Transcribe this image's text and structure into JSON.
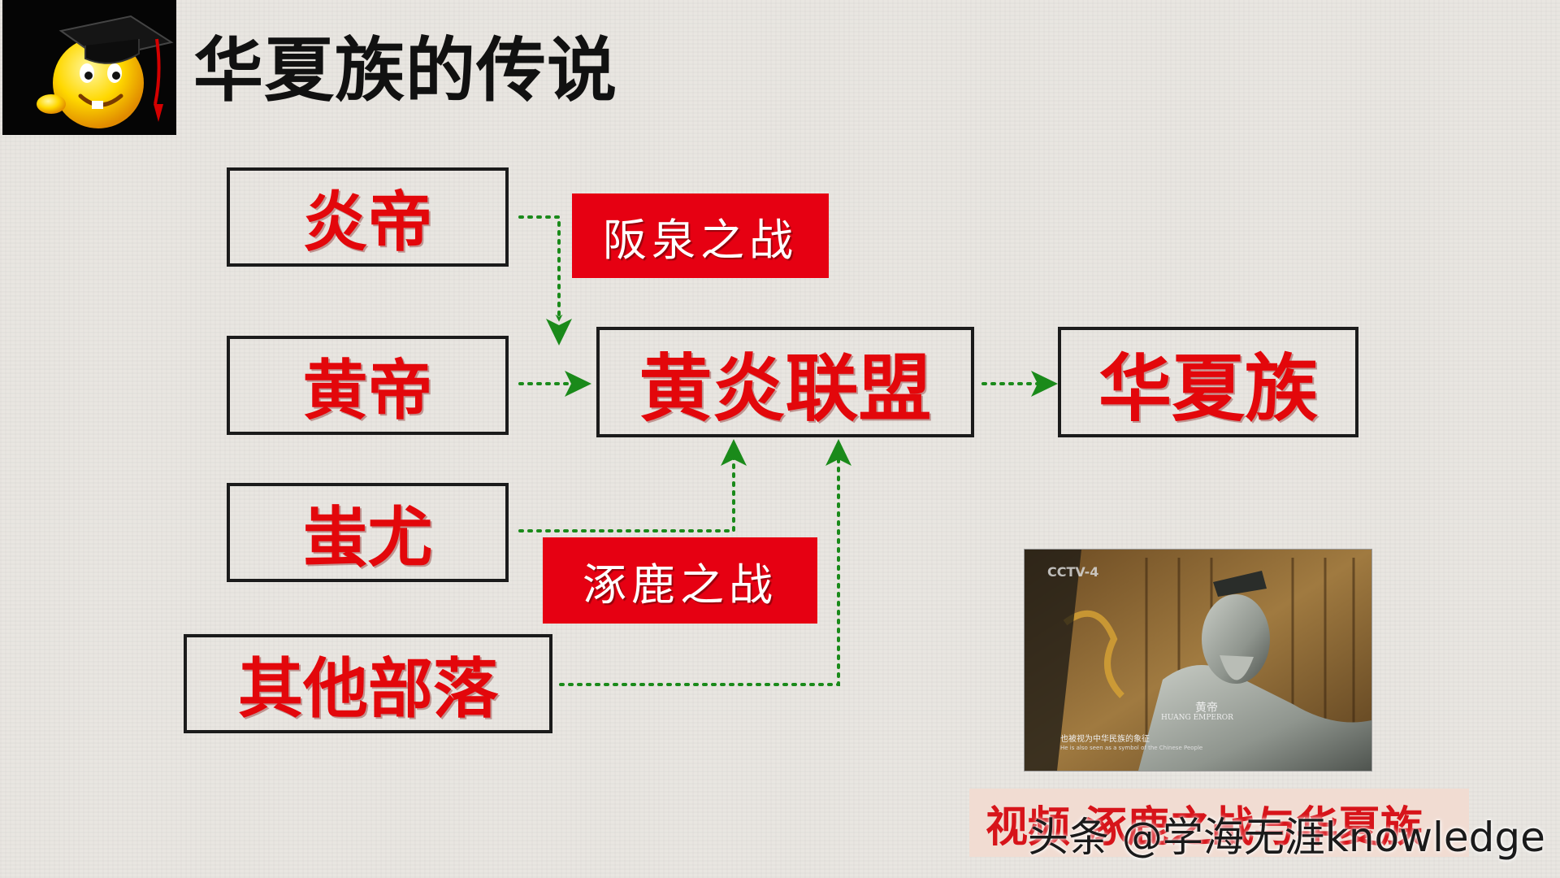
{
  "title": "华夏族的传说",
  "nodes": {
    "yandi": "炎帝",
    "huangdi": "黄帝",
    "chiyou": "蚩尤",
    "other_tribes": "其他部落",
    "alliance": "黄炎联盟",
    "huaxia": "华夏族"
  },
  "battles": {
    "banquan": "阪泉之战",
    "zhuolu": "涿鹿之战"
  },
  "video": {
    "channel_logo": "CCTV-4",
    "figure_label": "黄帝",
    "figure_label_en": "HUANG EMPEROR",
    "subtitle_cn": "也被视为中华民族的象征",
    "subtitle_en": "He is also seen as a symbol of the Chinese People",
    "caption": "视频 涿鹿之战与华夏族"
  },
  "watermark": "头条 @学海无涯knowledge",
  "colors": {
    "accent_red": "#e60012",
    "node_text": "#e3070b",
    "arrow_green": "#1a8a1a",
    "border": "#1b1b1b"
  },
  "icons": {
    "logo": "smiley-graduation-cap-icon"
  }
}
